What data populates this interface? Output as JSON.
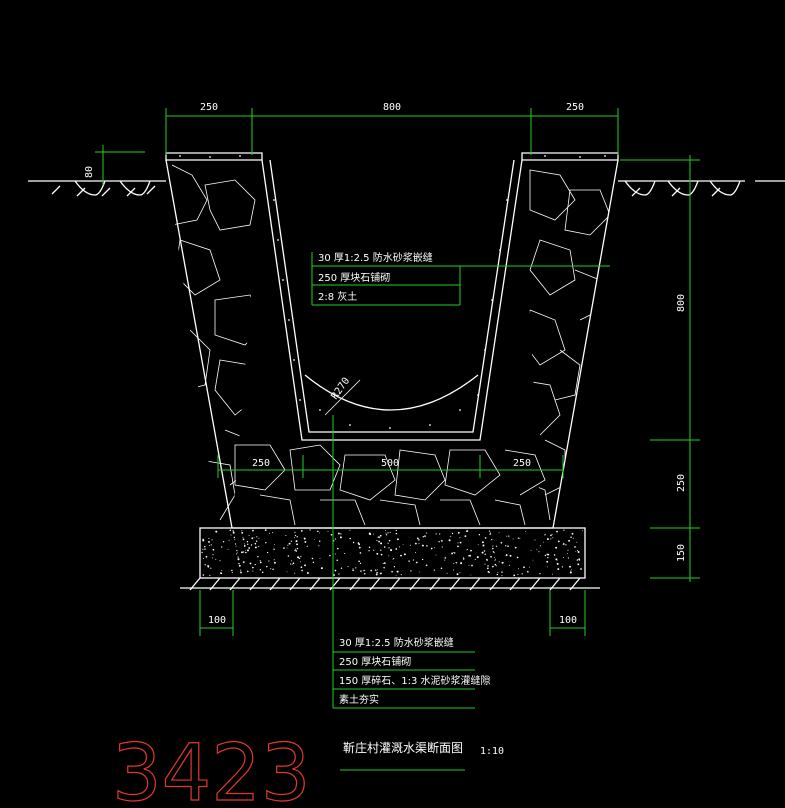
{
  "drawing": {
    "title": "靳庄村灌溉水渠断面图",
    "scale": "1:10",
    "handwritten_mark": "3423"
  },
  "dimensions": {
    "top_left_wall": "250",
    "top_opening": "800",
    "top_right_wall": "250",
    "wall_cap_height": "80",
    "right_depth": "800",
    "right_bottom_masonry": "250",
    "right_footing": "150",
    "bottom_left": "250",
    "bottom_channel": "500",
    "bottom_right": "250",
    "footing_left_offset": "100",
    "footing_right_offset": "100",
    "radius": "R270"
  },
  "notes_upper": [
    "30  厚1:2.5   防水砂浆嵌缝",
    "250  厚块石铺砌",
    "2:8  灰土"
  ],
  "notes_lower": [
    "30  厚1:2.5   防水砂浆嵌缝",
    "250  厚块石铺砌",
    "150  厚碎石、1:3  水泥砂浆灌缝隙",
    "素土夯实"
  ],
  "colors": {
    "background": "#000000",
    "outline": "#ffffff",
    "dimension_lines": "#22d022",
    "mark": "#e03a2a"
  }
}
